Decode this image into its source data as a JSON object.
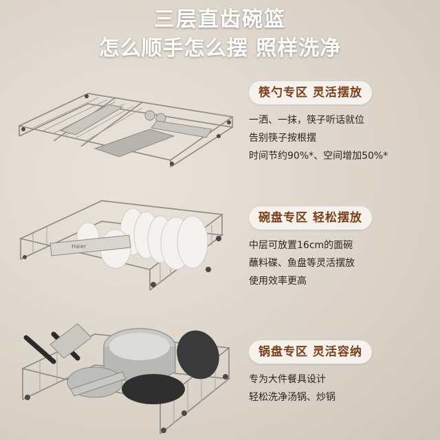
{
  "header": {
    "title_line1": "三层直齿碗篮",
    "title_line2": "怎么顺手怎么摆 照样洗净"
  },
  "sections": [
    {
      "tag": "筷勺专区  灵活摆放",
      "lines": [
        "一洒、一抹，筷子听话就位",
        "告别筷子按根摆",
        "时间节约90%*、空间增加50%*"
      ]
    },
    {
      "tag": "碗盘专区  轻松摆放",
      "lines": [
        "中层可放置16cm的面碗",
        "蘸料碟、鱼盘等灵活摆放",
        "使用效率更高"
      ]
    },
    {
      "tag": "锅盘专区  灵活容纳",
      "lines": [
        "专为大件餐具设计",
        "轻松洗净汤锅、炒锅"
      ]
    }
  ],
  "images": {
    "brand_on_rack": "Haier"
  },
  "colors": {
    "pill_bg": "#f5f1ec",
    "pill_text": "#7a3d18",
    "wire": "#8b8883"
  }
}
